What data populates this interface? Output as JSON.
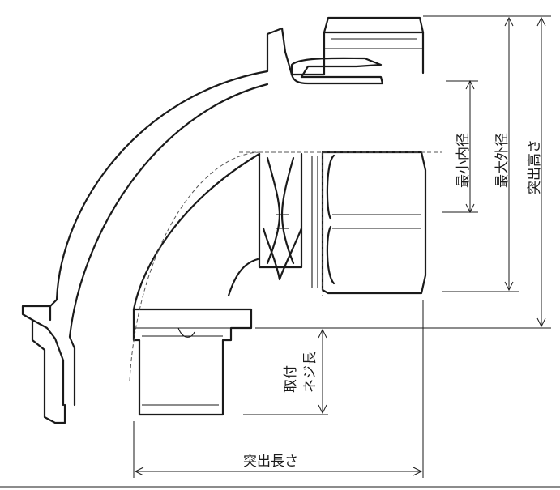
{
  "labels": {
    "min_inner_diameter": "最小内径",
    "max_outer_diameter": "最大外径",
    "protrusion_height": "突出高さ",
    "mount_thread_length_line1": "取付",
    "mount_thread_length_line2": "ネジ長",
    "protrusion_length": "突出長さ"
  }
}
